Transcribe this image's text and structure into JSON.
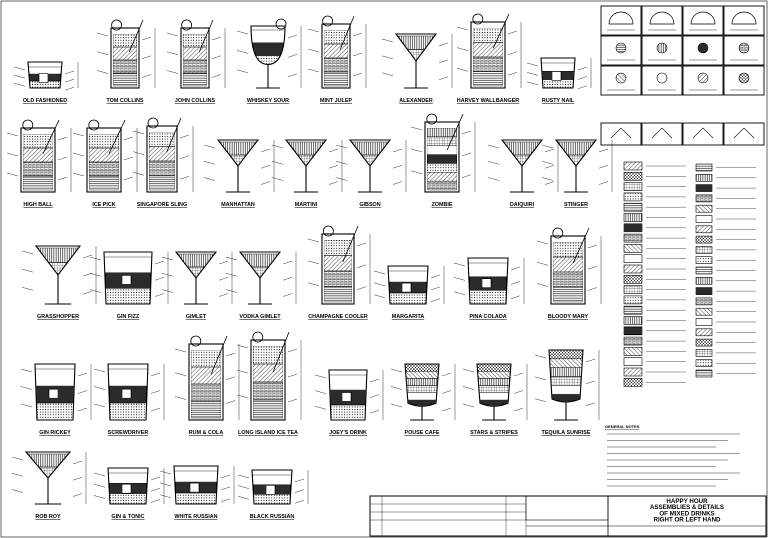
{
  "drinks": [
    {
      "label": "OLD FASHIONED"
    },
    {
      "label": "TOM COLLINS"
    },
    {
      "label": "JOHN COLLINS"
    },
    {
      "label": "WHISKEY SOUR"
    },
    {
      "label": "MINT JULEP"
    },
    {
      "label": "ALEXANDER"
    },
    {
      "label": "HARVEY WALLBANGER"
    },
    {
      "label": "RUSTY NAIL"
    },
    {
      "label": "HIGH BALL"
    },
    {
      "label": "ICE PICK"
    },
    {
      "label": "SINGAPORE SLING"
    },
    {
      "label": "MANHATTAN"
    },
    {
      "label": "MARTINI"
    },
    {
      "label": "GIBSON"
    },
    {
      "label": "ZOMBIE"
    },
    {
      "label": "DAIQUIRI"
    },
    {
      "label": "STINGER"
    },
    {
      "label": "GRASSHOPPER"
    },
    {
      "label": "GIN FIZZ"
    },
    {
      "label": "GIMLET"
    },
    {
      "label": "VODKA GIMLET"
    },
    {
      "label": "CHAMPAGNE COOLER"
    },
    {
      "label": "MARGARITA"
    },
    {
      "label": "PINA COLADA"
    },
    {
      "label": "BLOODY MARY"
    },
    {
      "label": "GIN RICKEY"
    },
    {
      "label": "SCREWDRIVER"
    },
    {
      "label": "RUM & COLA"
    },
    {
      "label": "LONG ISLAND ICE TEA"
    },
    {
      "label": "JOEY'S DRINK"
    },
    {
      "label": "POUSE CAFE"
    },
    {
      "label": "STARS & STRIPES"
    },
    {
      "label": "TEQUILA SUNRISE"
    },
    {
      "label": "ROB ROY"
    },
    {
      "label": "GIN & TONIC"
    },
    {
      "label": "WHITE RUSSIAN"
    },
    {
      "label": "BLACK RUSSIAN"
    }
  ],
  "notes": {
    "title": "GENERAL NOTES"
  },
  "title_block": {
    "title_lines": [
      "HAPPY HOUR",
      "ASSEMBLIES & DETAILS",
      "OF MIXED DRINKS",
      "RIGHT OR LEFT HAND"
    ]
  }
}
